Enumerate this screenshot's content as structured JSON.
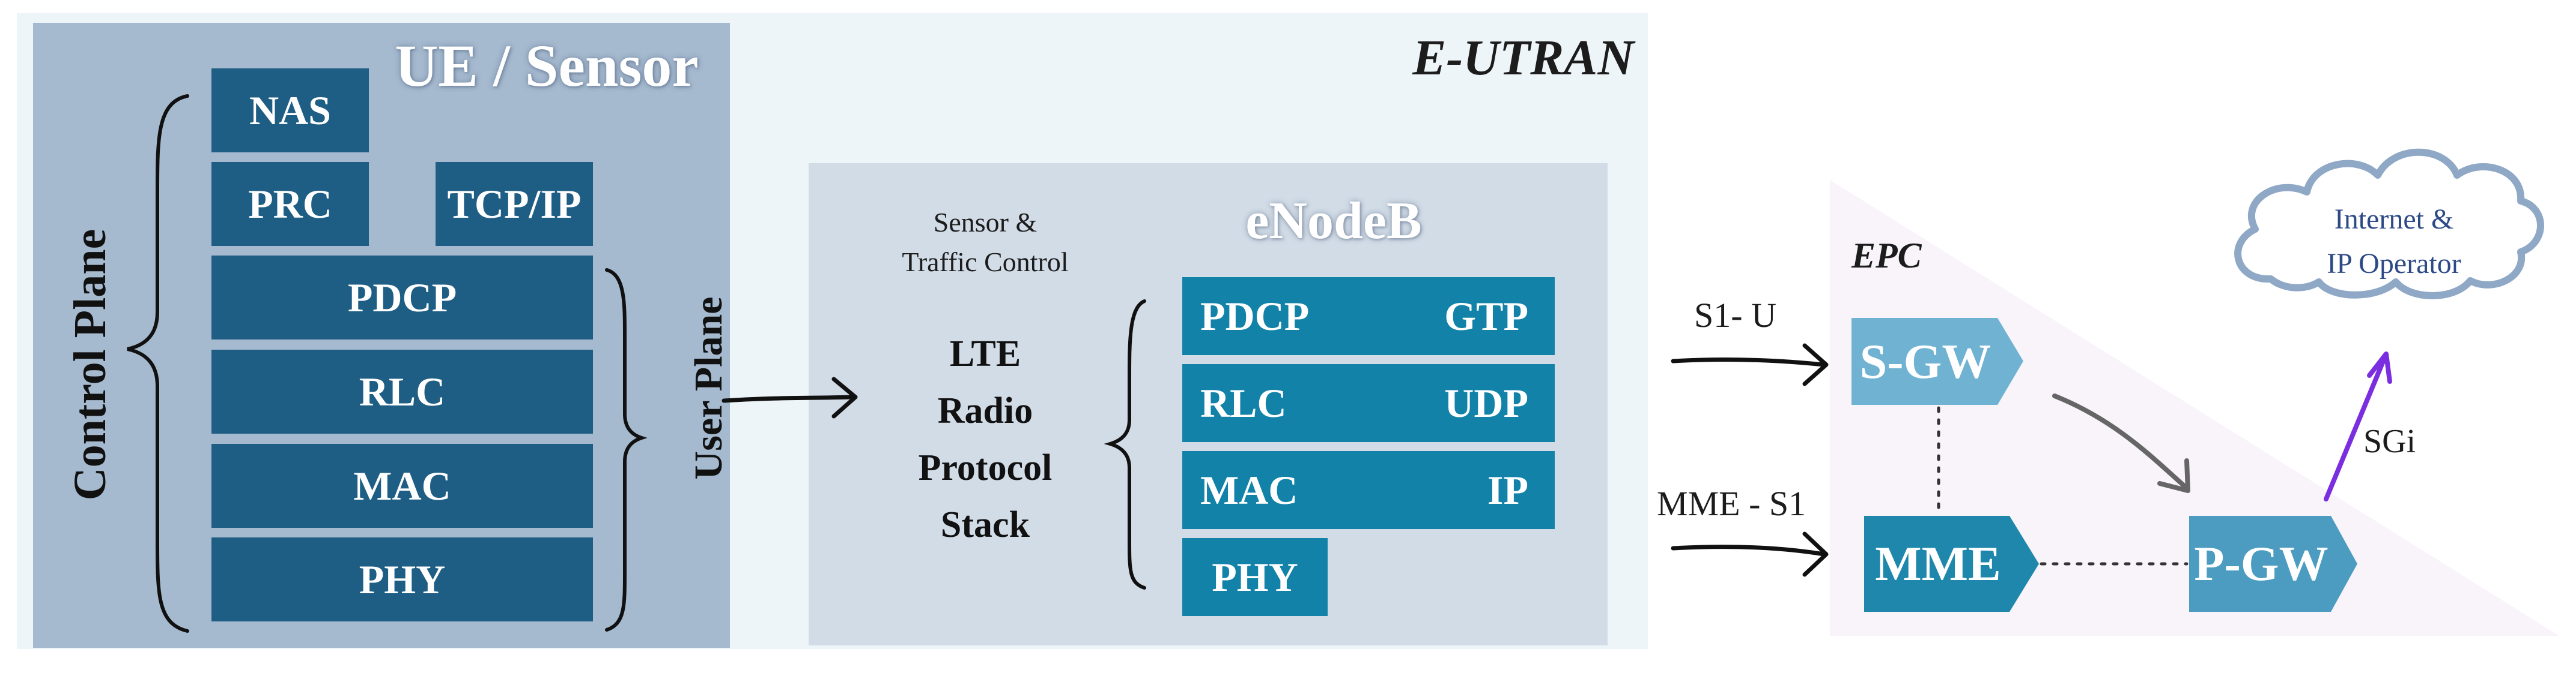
{
  "eutran": {
    "title": "E-UTRAN"
  },
  "ue": {
    "title": "UE / Sensor",
    "control_plane_label": "Control Plane",
    "user_plane_label": "User Plane",
    "layers": {
      "nas": "NAS",
      "prc": "PRC",
      "tcpip": "TCP/IP",
      "pdcp": "PDCP",
      "rlc": "RLC",
      "mac": "MAC",
      "phy": "PHY"
    }
  },
  "enodeb": {
    "title": "eNodeB",
    "sensor_note": [
      "Sensor &",
      "Traffic Control"
    ],
    "stack_label": [
      "LTE",
      "Radio",
      "Protocol",
      "Stack"
    ],
    "rows": [
      {
        "left": "PDCP",
        "right": "GTP"
      },
      {
        "left": "RLC",
        "right": "UDP"
      },
      {
        "left": "MAC",
        "right": "IP"
      },
      {
        "left": "PHY",
        "right": ""
      }
    ]
  },
  "epc": {
    "title": "EPC",
    "s1u_label": "S1- U",
    "mme_s1_label": "MME - S1",
    "sgw": "S-GW",
    "mme": "MME",
    "pgw": "P-GW",
    "sgi_label": "SGi",
    "cloud": [
      "Internet &",
      "IP Operator"
    ]
  },
  "colors": {
    "ue_box": "#1f5e84",
    "enodeb_box": "#1382a8",
    "sgw": "#6fb2d2",
    "mme": "#1f87ab",
    "pgw": "#4b9cc0",
    "sgi_arrow": "#7a2ee0",
    "cloud_stroke": "#8ea8c6",
    "cloud_text": "#2e4a86"
  },
  "icons": {
    "cloud": "cloud-icon",
    "braces": "curly-brace-icon",
    "arrows": "arrow-icon"
  }
}
